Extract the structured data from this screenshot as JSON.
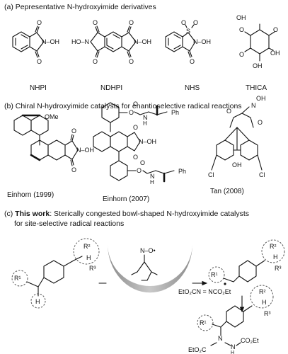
{
  "section_a": {
    "title": "(a) Pepresentative N-hydroxyimide derivatives",
    "compounds": [
      "NHPI",
      "NDHPI",
      "NHS",
      "THICA"
    ]
  },
  "section_b": {
    "title": "(b) Chiral N-hydroxyimide catalysts for enantioselective radical reactions",
    "refs": [
      "Einhorn (1999)",
      "Einhorn (2007)",
      "Tan (2008)"
    ]
  },
  "section_c": {
    "prefix": "(c) ",
    "bold": "This work",
    "title_rest": ": Sterically congested bowl-shaped N-hydroxyimide catalysts",
    "title_line2": "for site-selective radical reactions",
    "reagent": "EtO₂CN = NCO₂Et"
  },
  "atoms": {
    "oh": "OH",
    "noh": "N–OH",
    "hon": "HO–N",
    "o": "O",
    "n": "N",
    "s": "S",
    "ome": "OMe",
    "ph": "Ph",
    "h": "H",
    "cl": "Cl",
    "r1": "R¹",
    "r2": "R²",
    "r3": "R³",
    "co2et": "CO₂Et",
    "eto2c": "EtO₂C",
    "nradical": "N–O•"
  }
}
